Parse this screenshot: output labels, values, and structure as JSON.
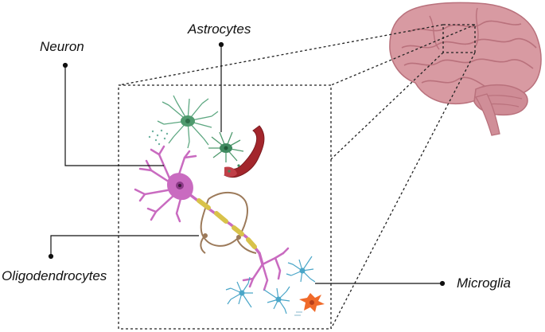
{
  "labels": {
    "neuron": "Neuron",
    "astrocytes": "Astrocytes",
    "oligodendrocytes": "Oligodendrocytes",
    "microglia": "Microglia"
  },
  "colors": {
    "brain": "#d89aa2",
    "brain_dark": "#b9717c",
    "neuron": "#c96bc0",
    "astrocyte": "#4f9a6e",
    "blood_vessel": "#a3262c",
    "oligodendrocyte": "#9c7a5a",
    "myelin": "#d8c24a",
    "microglia": "#4aa6c8",
    "microglia_active": "#f06a2a"
  },
  "icons": [
    "brain-icon",
    "neuron-icon",
    "astrocyte-icon",
    "blood-vessel-icon",
    "oligodendrocyte-icon",
    "microglia-icon"
  ]
}
